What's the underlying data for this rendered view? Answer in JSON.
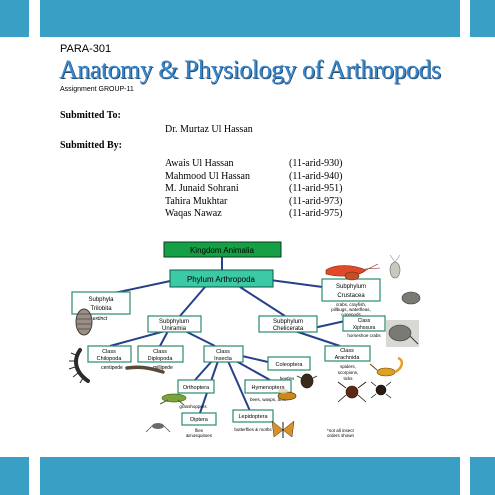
{
  "header": {
    "course_code": "PARA-301",
    "title": "Anatomy & Physiology of Arthropods",
    "group": "Assignment GROUP-11"
  },
  "submitted_to": {
    "label": "Submitted To:",
    "name": "Dr. Murtaz Ul Hassan"
  },
  "submitted_by": {
    "label": "Submitted By:",
    "members": [
      {
        "name": "Awais Ul Hassan",
        "id": "(11-arid-930)"
      },
      {
        "name": "Mahmood Ul Hassan",
        "id": "(11-arid-940)"
      },
      {
        "name": "M. Junaid Sohrani",
        "id": "(11-arid-951)"
      },
      {
        "name": "Tahira Mukhtar",
        "id": "(11-arid-973)"
      },
      {
        "name": "Waqas Nawaz",
        "id": "(11-arid-975)"
      }
    ]
  },
  "diagram": {
    "kingdom": "Kingdom Animalia",
    "phylum": "Phylum Arthropoda",
    "trilobita": {
      "line1": "Subphyla",
      "line2": "Trilobita",
      "note": "extinct"
    },
    "crustacea": {
      "line1": "Subphylum",
      "line2": "Crustacea",
      "examples": [
        "crabs, crayfish,",
        "pillbugs, waterfleas,",
        "copepods"
      ]
    },
    "uniramia": {
      "line1": "Subphylum",
      "line2": "Uniramia"
    },
    "chelicerata": {
      "line1": "Subphylum",
      "line2": "Chelicerata"
    },
    "xiphosura": {
      "line1": "Class",
      "line2": "Xiphosura",
      "note": "horseshoe crabs"
    },
    "chilopoda": {
      "line1": "Class",
      "line2": "Chilopoda",
      "note": "centipede"
    },
    "diplopoda": {
      "line1": "Class",
      "line2": "Diplopoda",
      "note": "millipede"
    },
    "insecta": {
      "line1": "Class",
      "line2": "Insecta"
    },
    "arachnida": {
      "line1": "Class",
      "line2": "Arachnida",
      "examples": [
        "spiders,",
        "scorpions,",
        "ticks"
      ]
    },
    "orthoptera": {
      "name": "Orthoptera",
      "note": "grasshoppers"
    },
    "diptera": {
      "name": "Diptera",
      "note1": "flies",
      "note2": "&mosquitoes"
    },
    "coleoptera": {
      "name": "Coleoptera",
      "note": "beetles"
    },
    "hymenoptera": {
      "name": "Hymenoptera",
      "note": "bees, wasps, ants"
    },
    "lepidoptera": {
      "name": "Lepidoptera",
      "note": "butterflies & moths"
    },
    "footnote": [
      "*not all insect",
      "orders shown"
    ]
  }
}
